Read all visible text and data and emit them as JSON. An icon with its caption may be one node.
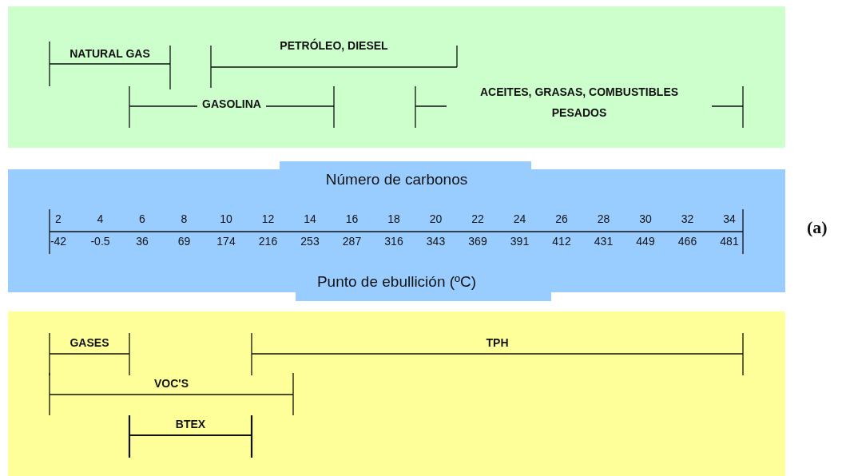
{
  "diagram": {
    "nodes": [
      {
        "text": [],
        "shape": "band"
      },
      {
        "text": [
          "NATURAL GAS"
        ],
        "in": 0
      },
      {
        "text": [
          "PETRÓLEO, DIESEL"
        ],
        "in": 0
      },
      {
        "text": [
          "GASOLINA"
        ],
        "in": 0
      },
      {
        "text": [
          "ACEITES, GRASAS, COMBUSTIBLES PESADOS"
        ],
        "in": 0
      },
      {
        "text": [
          "Número de carbonos",
          "Punto de ebullición (ºC)"
        ]
      },
      {
        "text": [],
        "shape": "band"
      },
      {
        "text": [
          "GASES"
        ],
        "in": 6
      },
      {
        "text": [
          "TPH"
        ],
        "in": 6
      },
      {
        "text": [
          "VOC'S"
        ],
        "in": 6
      },
      {
        "text": [
          "BTEX"
        ],
        "in": 6
      }
    ],
    "labels": [
      "2",
      "4",
      "6",
      "8",
      "10",
      "12",
      "14",
      "16",
      "18",
      "20",
      "22",
      "24",
      "26",
      "28",
      "30",
      "32",
      "34",
      "-42",
      "-0.5",
      "36",
      "69",
      "174",
      "216",
      "253",
      "287",
      "316",
      "343",
      "369",
      "391",
      "412",
      "431",
      "449",
      "466",
      "481",
      "(a)"
    ]
  }
}
